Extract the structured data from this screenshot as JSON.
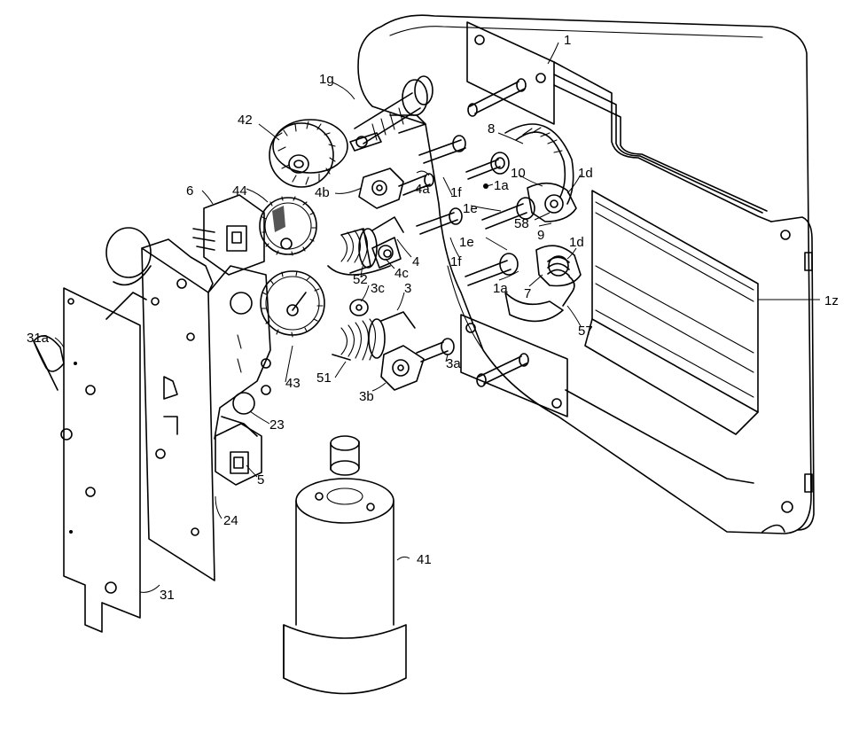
{
  "labels": {
    "l1": "1",
    "l1g": "1g",
    "l42": "42",
    "l8": "8",
    "l1d_top": "1d",
    "l10": "10",
    "l1a_top": "1a",
    "l4a": "4a",
    "l4b": "4b",
    "l1f_top": "1f",
    "l1e_top": "1e",
    "l58": "58",
    "l9": "9",
    "l6": "6",
    "l44": "44",
    "l1e_mid": "1e",
    "l1d_mid": "1d",
    "l1f_mid": "1f",
    "l4": "4",
    "l4c": "4c",
    "l1a_mid": "1a",
    "l7": "7",
    "l52": "52",
    "l3c": "3c",
    "l3": "3",
    "l1z": "1z",
    "l57": "57",
    "l31a": "31a",
    "l3a": "3a",
    "l51": "51",
    "l43": "43",
    "l3b": "3b",
    "l23": "23",
    "l5": "5",
    "l24": "24",
    "l41": "41",
    "l31": "31"
  }
}
